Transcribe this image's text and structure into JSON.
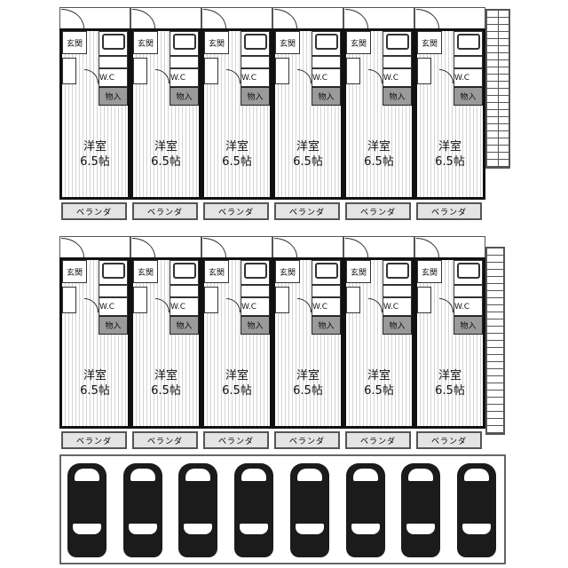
{
  "floors": [
    {
      "name": "upper",
      "units": [
        {
          "entrance": "玄関",
          "wc": "W.C",
          "storage": "物入",
          "room": "洋室",
          "size": "6.5帖",
          "balcony": "ベランダ"
        },
        {
          "entrance": "玄関",
          "wc": "W.C",
          "storage": "物入",
          "room": "洋室",
          "size": "6.5帖",
          "balcony": "ベランダ"
        },
        {
          "entrance": "玄関",
          "wc": "W.C",
          "storage": "物入",
          "room": "洋室",
          "size": "6.5帖",
          "balcony": "ベランダ"
        },
        {
          "entrance": "玄関",
          "wc": "W.C",
          "storage": "物入",
          "room": "洋室",
          "size": "6.5帖",
          "balcony": "ベランダ"
        },
        {
          "entrance": "玄関",
          "wc": "W.C",
          "storage": "物入",
          "room": "洋室",
          "size": "6.5帖",
          "balcony": "ベランダ"
        },
        {
          "entrance": "玄関",
          "wc": "W.C",
          "storage": "物入",
          "room": "洋室",
          "size": "6.5帖",
          "balcony": "ベランダ"
        }
      ]
    },
    {
      "name": "lower",
      "units": [
        {
          "entrance": "玄関",
          "wc": "W.C",
          "storage": "物入",
          "room": "洋室",
          "size": "6.5帖",
          "balcony": "ベランダ"
        },
        {
          "entrance": "玄関",
          "wc": "W.C",
          "storage": "物入",
          "room": "洋室",
          "size": "6.5帖",
          "balcony": "ベランダ"
        },
        {
          "entrance": "玄関",
          "wc": "W.C",
          "storage": "物入",
          "room": "洋室",
          "size": "6.5帖",
          "balcony": "ベランダ"
        },
        {
          "entrance": "玄関",
          "wc": "W.C",
          "storage": "物入",
          "room": "洋室",
          "size": "6.5帖",
          "balcony": "ベランダ"
        },
        {
          "entrance": "玄関",
          "wc": "W.C",
          "storage": "物入",
          "room": "洋室",
          "size": "6.5帖",
          "balcony": "ベランダ"
        },
        {
          "entrance": "玄関",
          "wc": "W.C",
          "storage": "物入",
          "room": "洋室",
          "size": "6.5帖",
          "balcony": "ベランダ"
        }
      ]
    }
  ],
  "parking": {
    "car_count": 8
  }
}
